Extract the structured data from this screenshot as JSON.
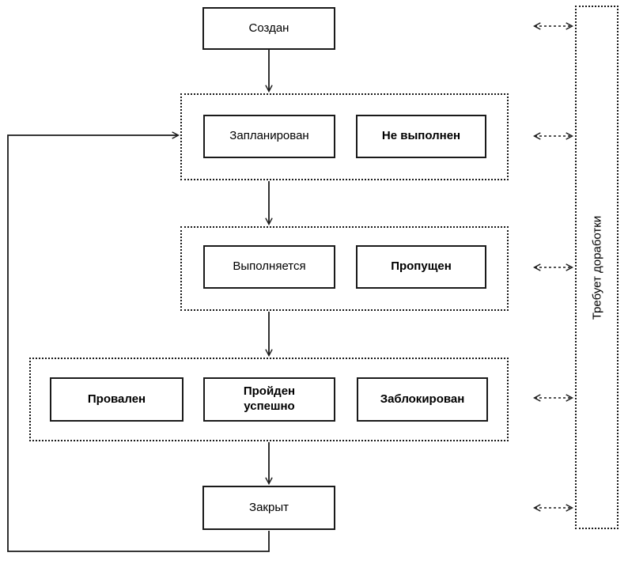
{
  "diagram": {
    "nodes": {
      "created": "Создан",
      "planned": "Запланирован",
      "not_executed": "Не выполнен",
      "in_progress": "Выполняется",
      "skipped": "Пропущен",
      "failed": "Провален",
      "passed": "Пройден успешно",
      "blocked": "Заблокирован",
      "closed": "Закрыт",
      "rework": "Требует доработки"
    },
    "groups": [
      {
        "id": "group-planned",
        "members": [
          "planned",
          "not_executed"
        ]
      },
      {
        "id": "group-executing",
        "members": [
          "in_progress",
          "skipped"
        ]
      },
      {
        "id": "group-result",
        "members": [
          "failed",
          "passed",
          "blocked"
        ]
      }
    ],
    "edges": [
      {
        "from": "created",
        "to": "group-planned",
        "style": "solid-arrow"
      },
      {
        "from": "group-planned",
        "to": "group-executing",
        "style": "solid-arrow"
      },
      {
        "from": "group-executing",
        "to": "group-result",
        "style": "solid-arrow"
      },
      {
        "from": "group-result",
        "to": "closed",
        "style": "solid-arrow"
      },
      {
        "from": "closed",
        "to": "group-planned",
        "style": "solid-arrow-feedback-loop"
      },
      {
        "from": "created",
        "to": "rework",
        "style": "dashed-double-arrow"
      },
      {
        "from": "group-planned",
        "to": "rework",
        "style": "dashed-double-arrow"
      },
      {
        "from": "group-executing",
        "to": "rework",
        "style": "dashed-double-arrow"
      },
      {
        "from": "group-result",
        "to": "rework",
        "style": "dashed-double-arrow"
      },
      {
        "from": "closed",
        "to": "rework",
        "style": "dashed-double-arrow"
      }
    ],
    "colors": {
      "line": "#1a1a1a",
      "background": "#ffffff",
      "text": "#000000"
    }
  }
}
